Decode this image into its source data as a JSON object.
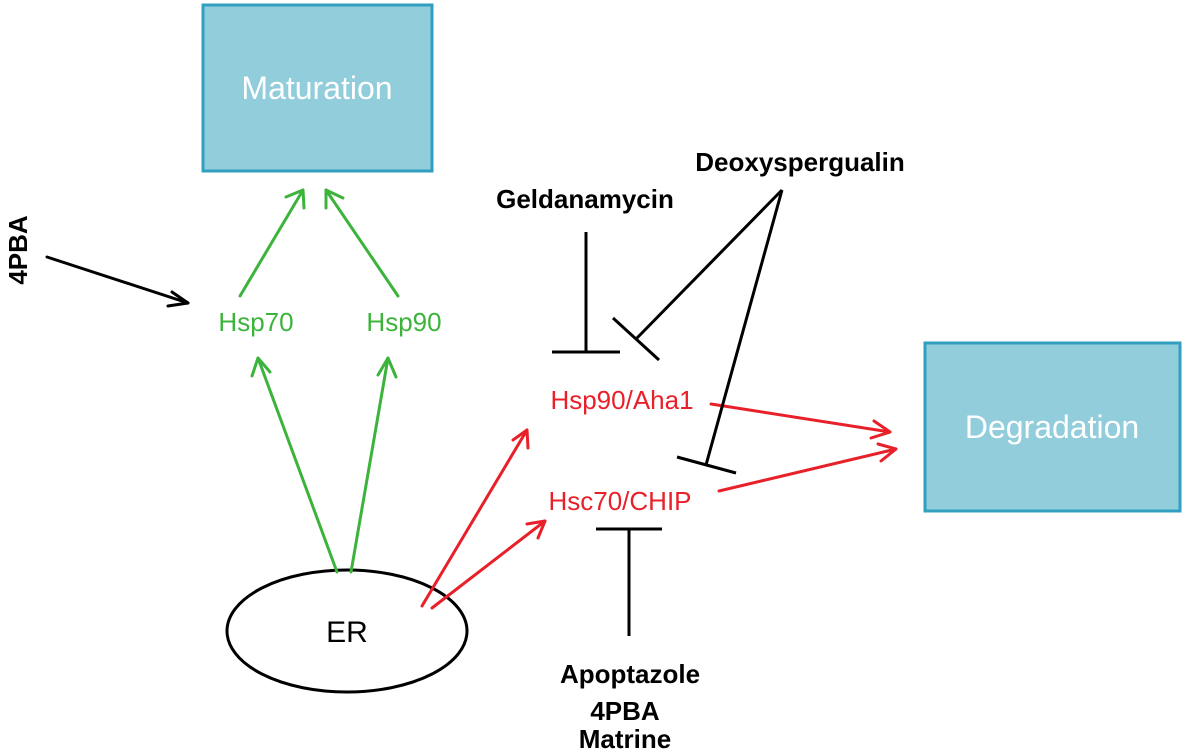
{
  "boxes": {
    "maturation": "Maturation",
    "degradation": "Degradation"
  },
  "nodes": {
    "hsp70": "Hsp70",
    "hsp90": "Hsp90",
    "hsp90_aha1": "Hsp90/Aha1",
    "hsc70_chip": "Hsc70/CHIP",
    "er": "ER"
  },
  "drugs": {
    "pba_left": "4PBA",
    "geldanamycin": "Geldanamycin",
    "deoxyspergualin": "Deoxyspergualin",
    "apoptazole": "Apoptazole",
    "pba_bottom": "4PBA",
    "matrine": "Matrine"
  },
  "colors": {
    "box_fill": "#92CDDC",
    "box_stroke": "#31A0C0",
    "maturation_path": "#3CB43C",
    "degradation_path": "#E8202A",
    "inhibitor": "#000000"
  }
}
